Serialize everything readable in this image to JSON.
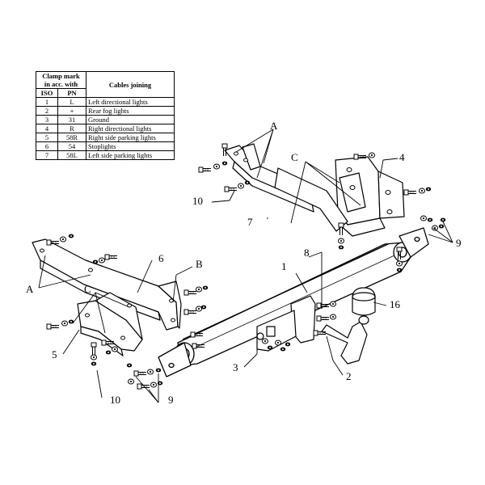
{
  "table": {
    "header_clamp": "Clamp mark in acc. with",
    "header_clamp_line1": "Clamp mark",
    "header_clamp_line2": "in acc. with",
    "header_cables": "Cables joining",
    "header_iso": "ISO",
    "header_pn": "PN",
    "rows": [
      {
        "iso": "1",
        "pn": "L",
        "cable": "Left directional lights"
      },
      {
        "iso": "2",
        "pn": "+",
        "cable": "Rear fog lights"
      },
      {
        "iso": "3",
        "pn": "31",
        "cable": "Ground"
      },
      {
        "iso": "4",
        "pn": "R",
        "cable": "Right directional lights"
      },
      {
        "iso": "5",
        "pn": "58R",
        "cable": "Right side parking lights"
      },
      {
        "iso": "6",
        "pn": "54",
        "cable": "Stoplights"
      },
      {
        "iso": "7",
        "pn": "58L",
        "cable": "Left side parking lights"
      }
    ]
  },
  "labels": {
    "A_top": "A",
    "A_left": "A",
    "B": "B",
    "C_top": "C",
    "C_left": "C",
    "n1": "1",
    "n2": "2",
    "n3": "3",
    "n4": "4",
    "n5": "5",
    "n6": "6",
    "n7": "7",
    "n8": "8",
    "n9_right": "9",
    "n9_bottom": "9",
    "n10_top": "10",
    "n10_bottom": "10",
    "n16": "16"
  }
}
